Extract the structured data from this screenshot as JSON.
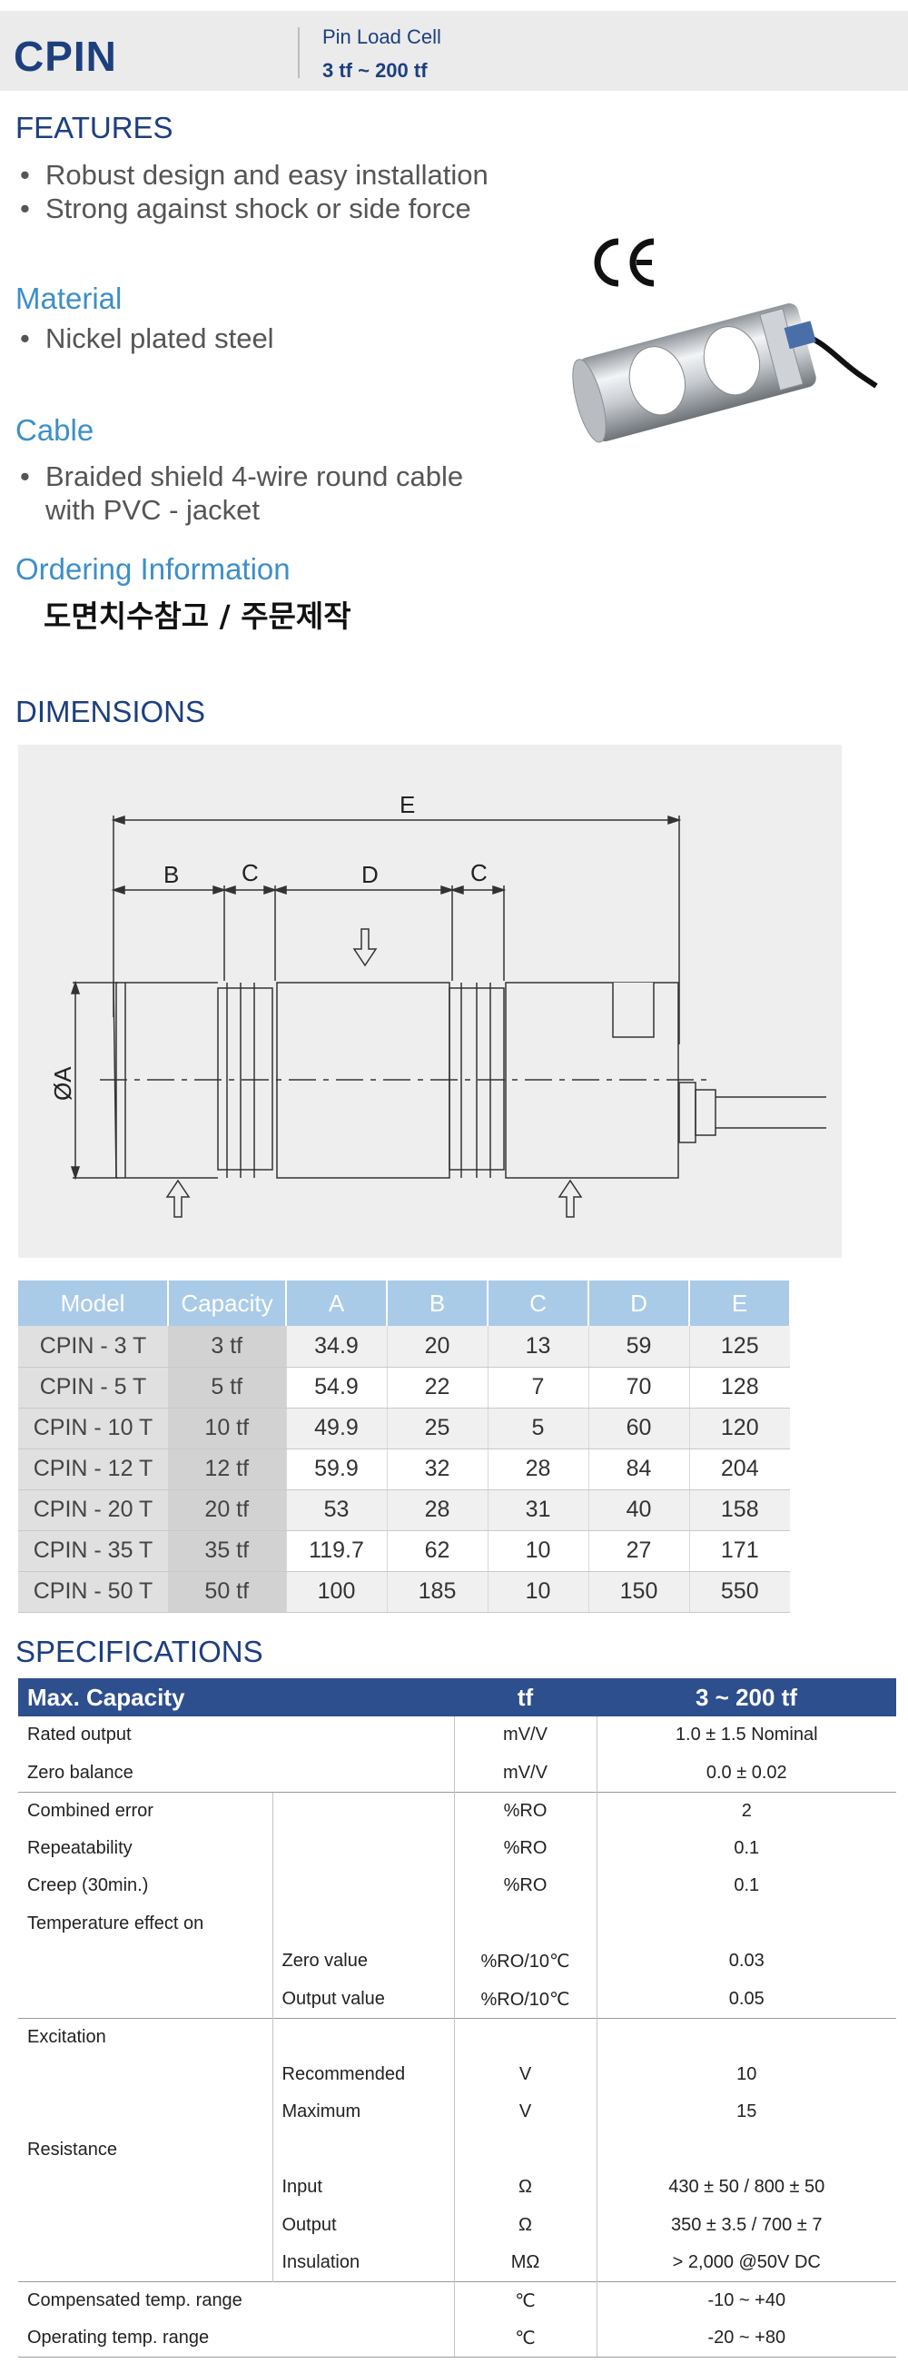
{
  "header": {
    "model": "CPIN",
    "product_type": "Pin Load Cell",
    "range": "3 tf ~ 200 tf"
  },
  "features": {
    "title": "FEATURES",
    "items": [
      "Robust design and easy installation",
      "Strong against shock or side force"
    ]
  },
  "material": {
    "title": "Material",
    "items": [
      "Nickel plated steel"
    ]
  },
  "cable": {
    "title": "Cable",
    "line1": "Braided shield 4-wire round cable",
    "line2": "with PVC - jacket"
  },
  "ordering": {
    "title": "Ordering Information",
    "text": "도면치수참고  /  주문제작"
  },
  "ce_mark": "CE",
  "dimensions": {
    "title": "DIMENSIONS",
    "labels": {
      "E": "E",
      "B": "B",
      "C1": "C",
      "D": "D",
      "C2": "C",
      "A": "ØA"
    },
    "table": {
      "headers": [
        "Model",
        "Capacity",
        "A",
        "B",
        "C",
        "D",
        "E"
      ],
      "rows": [
        [
          "CPIN - 3 T",
          "3 tf",
          "34.9",
          "20",
          "13",
          "59",
          "125"
        ],
        [
          "CPIN - 5 T",
          "5 tf",
          "54.9",
          "22",
          "7",
          "70",
          "128"
        ],
        [
          "CPIN - 10 T",
          "10 tf",
          "49.9",
          "25",
          "5",
          "60",
          "120"
        ],
        [
          "CPIN - 12 T",
          "12 tf",
          "59.9",
          "32",
          "28",
          "84",
          "204"
        ],
        [
          "CPIN - 20 T",
          "20 tf",
          "53",
          "28",
          "31",
          "40",
          "158"
        ],
        [
          "CPIN - 35 T",
          "35 tf",
          "119.7",
          "62",
          "10",
          "27",
          "171"
        ],
        [
          "CPIN - 50 T",
          "50 tf",
          "100",
          "185",
          "10",
          "150",
          "550"
        ]
      ]
    }
  },
  "specifications": {
    "title": "SPECIFICATIONS",
    "header": {
      "label": "Max. Capacity",
      "unit": "tf",
      "value": "3 ~ 200 tf"
    },
    "rows": [
      {
        "label": "Rated output",
        "sub": "",
        "unit": "mV/V",
        "value": "1.0 ± 1.5 Nominal"
      },
      {
        "label": "Zero balance",
        "sub": "",
        "unit": "mV/V",
        "value": "0.0 ± 0.02"
      },
      {
        "label": "Combined error",
        "sub": "",
        "unit": "%RO",
        "value": "2"
      },
      {
        "label": "Repeatability",
        "sub": "",
        "unit": "%RO",
        "value": "0.1"
      },
      {
        "label": "Creep (30min.)",
        "sub": "",
        "unit": "%RO",
        "value": "0.1"
      },
      {
        "label": "Temperature effect on",
        "sub": "",
        "unit": "",
        "value": ""
      },
      {
        "label": "",
        "sub": "Zero value",
        "unit": "%RO/10℃",
        "value": "0.03"
      },
      {
        "label": "",
        "sub": "Output  value",
        "unit": "%RO/10℃",
        "value": "0.05"
      },
      {
        "label": "Excitation",
        "sub": "",
        "unit": "",
        "value": ""
      },
      {
        "label": "",
        "sub": "Recommended",
        "unit": "V",
        "value": "10"
      },
      {
        "label": "",
        "sub": "Maximum",
        "unit": "V",
        "value": "15"
      },
      {
        "label": "Resistance",
        "sub": "",
        "unit": "",
        "value": ""
      },
      {
        "label": "",
        "sub": "Input",
        "unit": "Ω",
        "value": "430 ± 50 / 800 ± 50"
      },
      {
        "label": "",
        "sub": "Output",
        "unit": "Ω",
        "value": "350 ± 3.5 / 700 ± 7"
      },
      {
        "label": "",
        "sub": "Insulation",
        "unit": "MΩ",
        "value": "> 2,000 @50V DC"
      },
      {
        "label": "Compensated temp. range",
        "sub": "",
        "unit": "℃",
        "value": "-10 ~ +40"
      },
      {
        "label": "Operating temp. range",
        "sub": "",
        "unit": "℃",
        "value": "-20 ~ +80"
      }
    ]
  }
}
